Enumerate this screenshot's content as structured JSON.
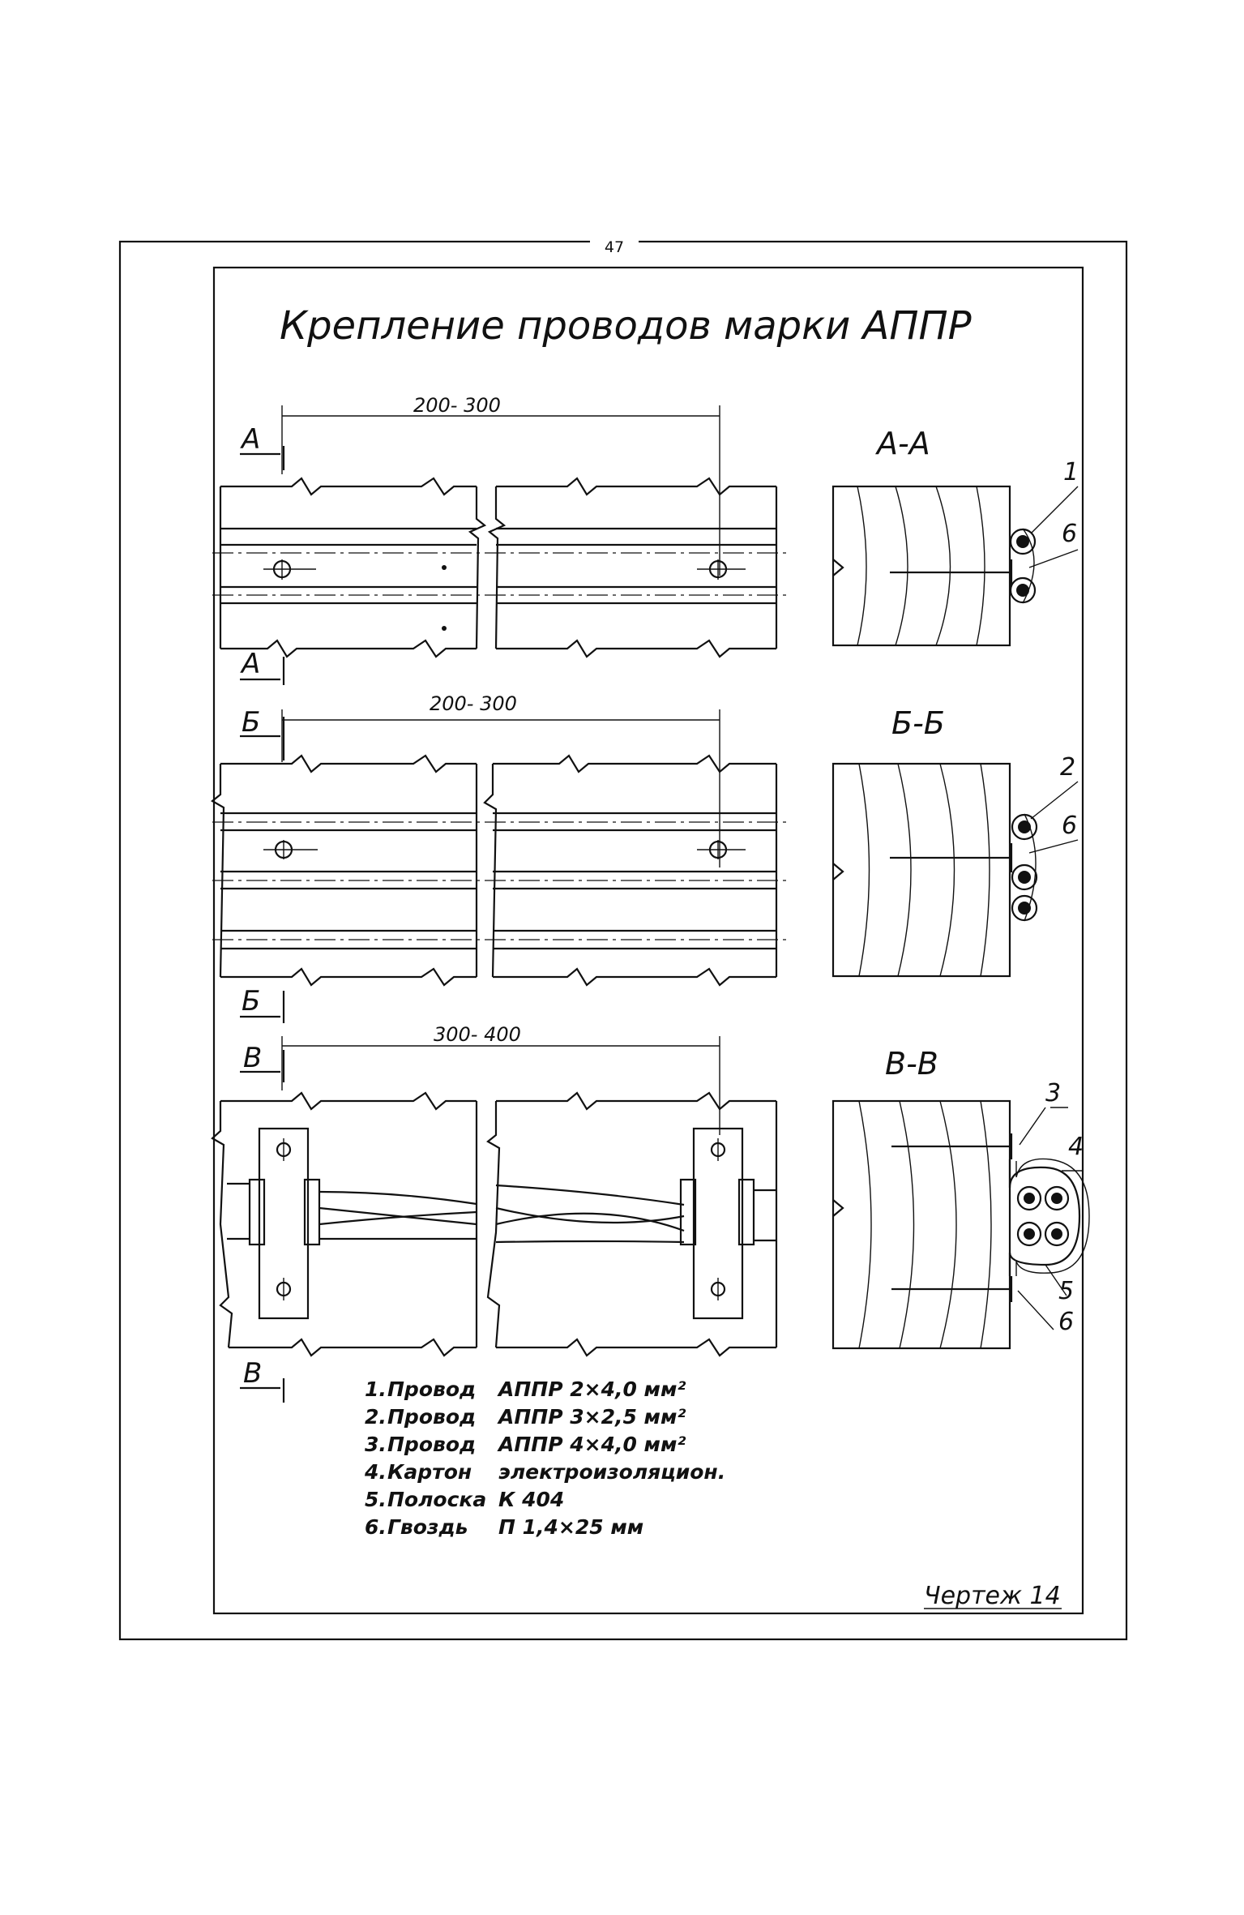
{
  "page": {
    "number": "47",
    "title": "Крепление проводов марки АППР",
    "sheet_label": "Чертеж 14"
  },
  "views": [
    {
      "id": "A",
      "dimension": "200- 300",
      "mark_top": "А",
      "mark_bottom": "А",
      "section_title": "А-А",
      "leaders": [
        "1",
        "6"
      ]
    },
    {
      "id": "B",
      "dimension": "200- 300",
      "mark_top": "Б",
      "mark_bottom": "Б",
      "section_title": "Б-Б",
      "leaders": [
        "2",
        "6"
      ]
    },
    {
      "id": "V",
      "dimension": "300- 400",
      "mark_top": "В",
      "mark_bottom": "В",
      "section_title": "В-В",
      "leaders": [
        "3",
        "4",
        "5",
        "6"
      ]
    }
  ],
  "legend": [
    {
      "num": "1.",
      "name": "Провод",
      "spec": "АППР 2×4,0 мм²"
    },
    {
      "num": "2.",
      "name": "Провод",
      "spec": "АППР 3×2,5 мм²"
    },
    {
      "num": "3.",
      "name": "Провод",
      "spec": "АППР 4×4,0 мм²"
    },
    {
      "num": "4.",
      "name": "Картон",
      "spec": "электроизоляцион."
    },
    {
      "num": "5.",
      "name": "Полоска",
      "spec": "К 404"
    },
    {
      "num": "6.",
      "name": "Гвоздь",
      "spec": "П 1,4×25 мм"
    }
  ]
}
